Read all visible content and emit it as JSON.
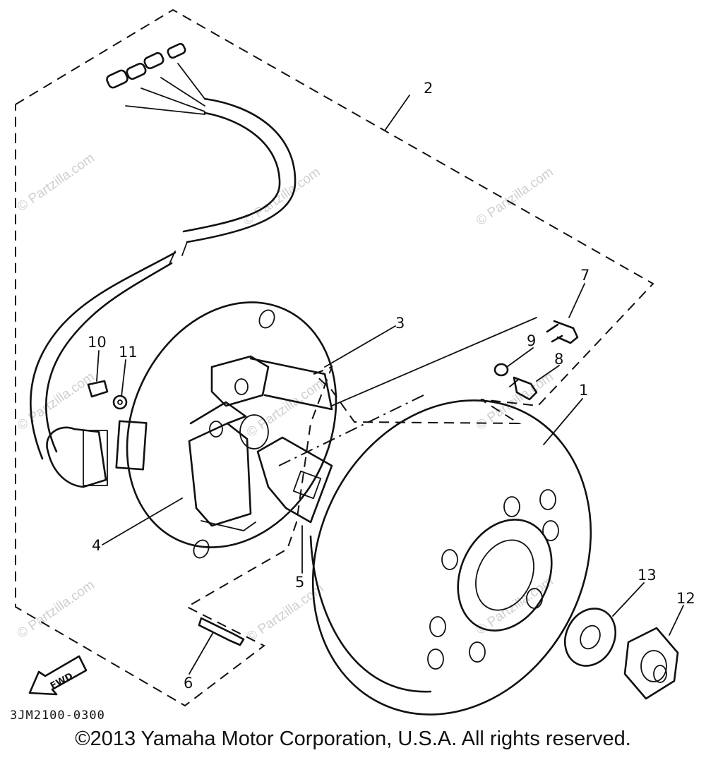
{
  "diagram": {
    "callouts": {
      "n1": "1",
      "n2": "2",
      "n3": "3",
      "n4": "4",
      "n5": "5",
      "n6": "6",
      "n7": "7",
      "n8": "8",
      "n9": "9",
      "n10": "10",
      "n11": "11",
      "n12": "12",
      "n13": "13"
    },
    "fwd_label": "FWD",
    "drawing_code": "3JM2100-0300",
    "watermark": "© Partzilla.com",
    "copyright": "©2013 Yamaha Motor Corporation, U.S.A. All rights reserved."
  }
}
